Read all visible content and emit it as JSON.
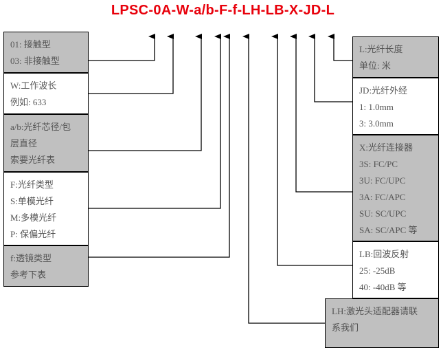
{
  "title": "LPSC-0A-W-a/b-F-f-LH-LB-X-JD-L",
  "left_boxes": [
    {
      "id": "contact",
      "lines": [
        "01: 接触型",
        "03: 非接触型"
      ]
    },
    {
      "id": "wavelength",
      "lines": [
        "W:工作波长",
        "例如: 633"
      ]
    },
    {
      "id": "core",
      "lines": [
        "a/b:光纤芯径/包",
        "层直径",
        "索要光纤表"
      ]
    },
    {
      "id": "fiber-type",
      "lines": [
        "F:光纤类型",
        "S:单模光纤",
        "M:多模光纤",
        "P: 保偏光纤"
      ]
    },
    {
      "id": "lens",
      "lines": [
        "f:透镜类型",
        "参考下表"
      ]
    }
  ],
  "right_boxes": [
    {
      "id": "length",
      "lines": [
        "L:光纤长度",
        "单位: 米"
      ]
    },
    {
      "id": "jacket",
      "lines": [
        "JD:光纤外经",
        "1: 1.0mm",
        "3: 3.0mm"
      ]
    },
    {
      "id": "connector",
      "lines": [
        "X:光纤连接器",
        "3S: FC/PC",
        "3U: FC/UPC",
        "3A: FC/APC",
        "SU: SC/UPC",
        "SA: SC/APC 等"
      ]
    },
    {
      "id": "return-loss",
      "lines": [
        "LB:回波反射",
        "25: -25dB",
        "40: -40dB 等"
      ]
    },
    {
      "id": "adapter",
      "lines": [
        "LH:激光头适配器请联",
        "系我们"
      ]
    }
  ],
  "colors": {
    "title": "#e8000b",
    "gray_box": "#c0c0c0"
  }
}
